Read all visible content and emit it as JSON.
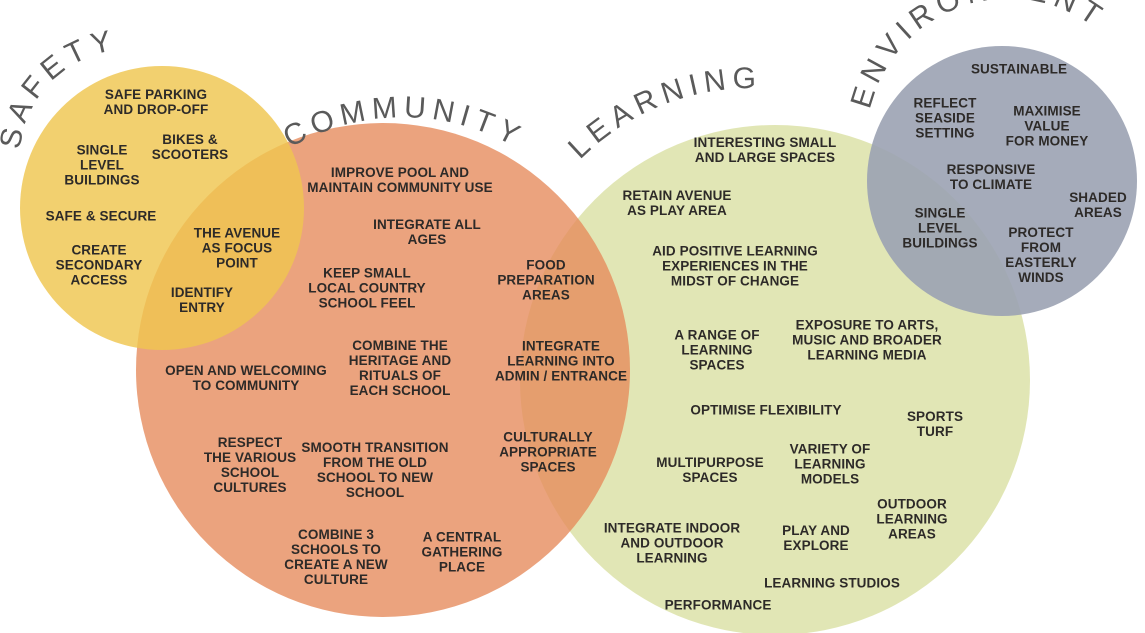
{
  "colors": {
    "safety": "#efc64f",
    "community": "#e6895a",
    "learning": "#d8dfa0",
    "environment": "#9ba2b3",
    "title": "#5a5a5a",
    "text": "#2d2a28"
  },
  "titles": {
    "safety": "SAFETY",
    "community": "COMMUNITY",
    "learning": "LEARNING",
    "environment": "ENVIRONMENT"
  },
  "labels": {
    "safe_parking": "SAFE PARKING\nAND DROP-OFF",
    "single_level_safety": "SINGLE\nLEVEL\nBUILDINGS",
    "bikes": "BIKES &\nSCOOTERS",
    "safe_secure": "SAFE & SECURE",
    "secondary_access": "CREATE\nSECONDARY\nACCESS",
    "avenue_focus": "THE AVENUE\nAS FOCUS\nPOINT",
    "identify_entry": "IDENTIFY\nENTRY",
    "improve_pool": "IMPROVE POOL AND\nMAINTAIN COMMUNITY USE",
    "integrate_ages": "INTEGRATE ALL\nAGES",
    "keep_small": "KEEP SMALL\nLOCAL COUNTRY\nSCHOOL FEEL",
    "open_welcoming": "OPEN AND WELCOMING\nTO COMMUNITY",
    "combine_heritage": "COMBINE THE\nHERITAGE AND\nRITUALS OF\nEACH SCHOOL",
    "respect_cultures": "RESPECT\nTHE VARIOUS\nSCHOOL\nCULTURES",
    "smooth_transition": "SMOOTH TRANSITION\nFROM THE OLD\nSCHOOL TO NEW\nSCHOOL",
    "combine_3": "COMBINE 3\nSCHOOLS TO\nCREATE A NEW\nCULTURE",
    "central_gathering": "A CENTRAL\nGATHERING\nPLACE",
    "food_prep": "FOOD\nPREPARATION\nAREAS",
    "integrate_learning_admin": "INTEGRATE\nLEARNING INTO\nADMIN / ENTRANCE",
    "culturally_appropriate": "CULTURALLY\nAPPROPRIATE\nSPACES",
    "interesting_spaces": "INTERESTING SMALL\nAND LARGE SPACES",
    "retain_avenue": "RETAIN AVENUE\nAS PLAY AREA",
    "aid_positive": "AID POSITIVE LEARNING\nEXPERIENCES IN THE\nMIDST OF CHANGE",
    "range_learning": "A RANGE OF\nLEARNING\nSPACES",
    "exposure_arts": "EXPOSURE TO ARTS,\nMUSIC AND BROADER\nLEARNING MEDIA",
    "optimise_flex": "OPTIMISE FLEXIBILITY",
    "sports_turf": "SPORTS\nTURF",
    "multipurpose": "MULTIPURPOSE\nSPACES",
    "variety_models": "VARIETY OF\nLEARNING\nMODELS",
    "outdoor_learning": "OUTDOOR\nLEARNING\nAREAS",
    "indoor_outdoor": "INTEGRATE INDOOR\nAND OUTDOOR\nLEARNING",
    "play_explore": "PLAY AND\nEXPLORE",
    "learning_studios": "LEARNING STUDIOS",
    "performance": "PERFORMANCE",
    "sustainable": "SUSTAINABLE",
    "reflect_seaside": "REFLECT\nSEASIDE\nSETTING",
    "maximise_value": "MAXIMISE VALUE\nFOR MONEY",
    "responsive_climate": "RESPONSIVE\nTO CLIMATE",
    "shaded_areas": "SHADED\nAREAS",
    "single_level_env": "SINGLE\nLEVEL\nBUILDINGS",
    "protect_easterly": "PROTECT\nFROM\nEASTERLY\nWINDS"
  }
}
